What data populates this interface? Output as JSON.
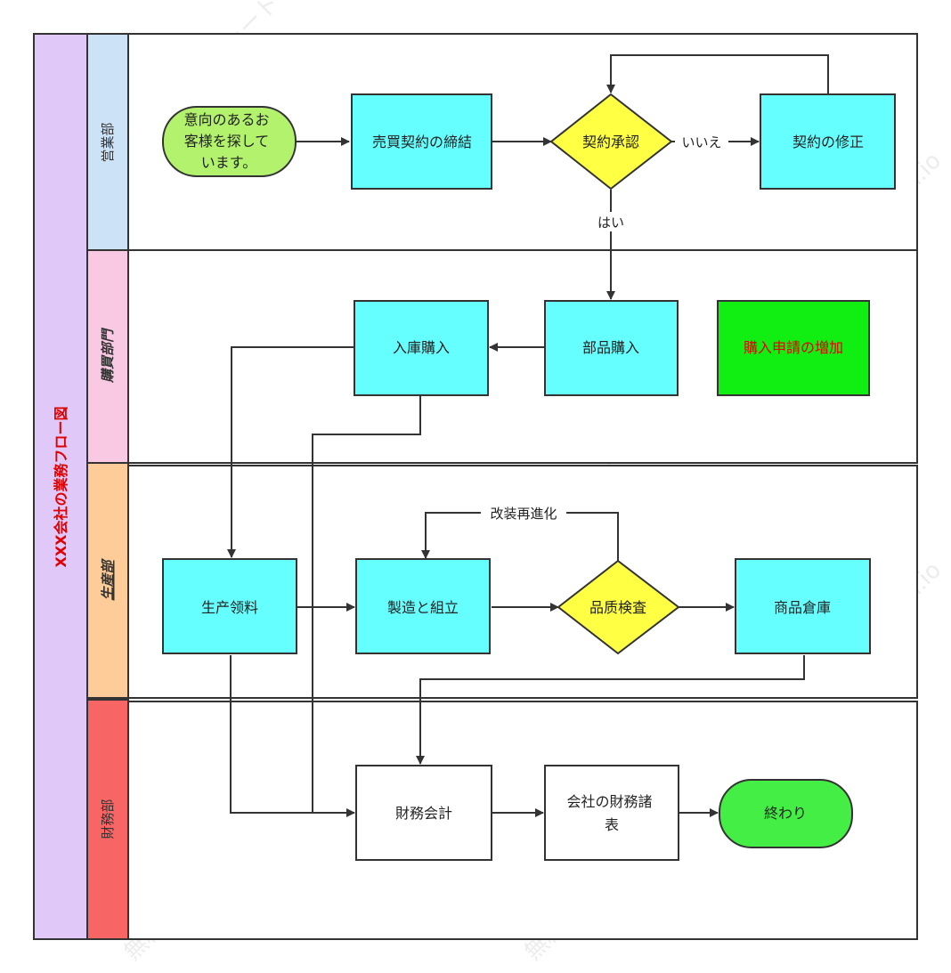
{
  "pool": {
    "title": "XXX会社の業務フロー図",
    "fill": "#e0c8f8",
    "title_color": "#e00000"
  },
  "lanes": {
    "sales": {
      "label": "営業部",
      "fill": "#cce3f7"
    },
    "purchase": {
      "label": "購買部門",
      "fill": "#f9c9e4"
    },
    "production": {
      "label": "生産部",
      "fill": "#fdcc98"
    },
    "finance": {
      "label": "財務部",
      "fill": "#f86565"
    }
  },
  "nodes": {
    "start": {
      "lines": [
        "意向のあるお",
        "客様を探して",
        "います。"
      ],
      "fill": "#b3f26d"
    },
    "sales_contract": {
      "lines": [
        "売買契約の締結"
      ],
      "fill": "#66ffff"
    },
    "contract_approval": {
      "lines": [
        "契約承認"
      ],
      "fill": "#ffff44"
    },
    "contract_fix": {
      "lines": [
        "契約の修正"
      ],
      "fill": "#66ffff"
    },
    "parts_purchase": {
      "lines": [
        "部品購入"
      ],
      "fill": "#66ffff"
    },
    "stock_purchase": {
      "lines": [
        "入庫購入"
      ],
      "fill": "#66ffff"
    },
    "add_request": {
      "lines": [
        "購入申請の増加"
      ],
      "fill": "#11ee11",
      "text_color": "#e00000"
    },
    "production_material": {
      "lines": [
        "生产领料"
      ],
      "fill": "#66ffff"
    },
    "manufacture": {
      "lines": [
        "製造と組立"
      ],
      "fill": "#66ffff"
    },
    "quality_check": {
      "lines": [
        "品质検査"
      ],
      "fill": "#ffff44"
    },
    "warehouse": {
      "lines": [
        "商品倉庫"
      ],
      "fill": "#66ffff"
    },
    "accounting": {
      "lines": [
        "財務会計"
      ],
      "fill": "#ffffff"
    },
    "statements": {
      "lines": [
        "会社の財務諸",
        "表"
      ],
      "fill": "#ffffff"
    },
    "end": {
      "lines": [
        "終わり"
      ],
      "fill": "#44ee44"
    }
  },
  "edge_labels": {
    "no": "いいえ",
    "yes": "はい",
    "rework": "改装再進化"
  },
  "watermark": {
    "text_a": "ProcessOn.io",
    "text_b": "無料フローチャート"
  },
  "colors": {
    "stroke": "#333333",
    "arrow": "#333333"
  }
}
